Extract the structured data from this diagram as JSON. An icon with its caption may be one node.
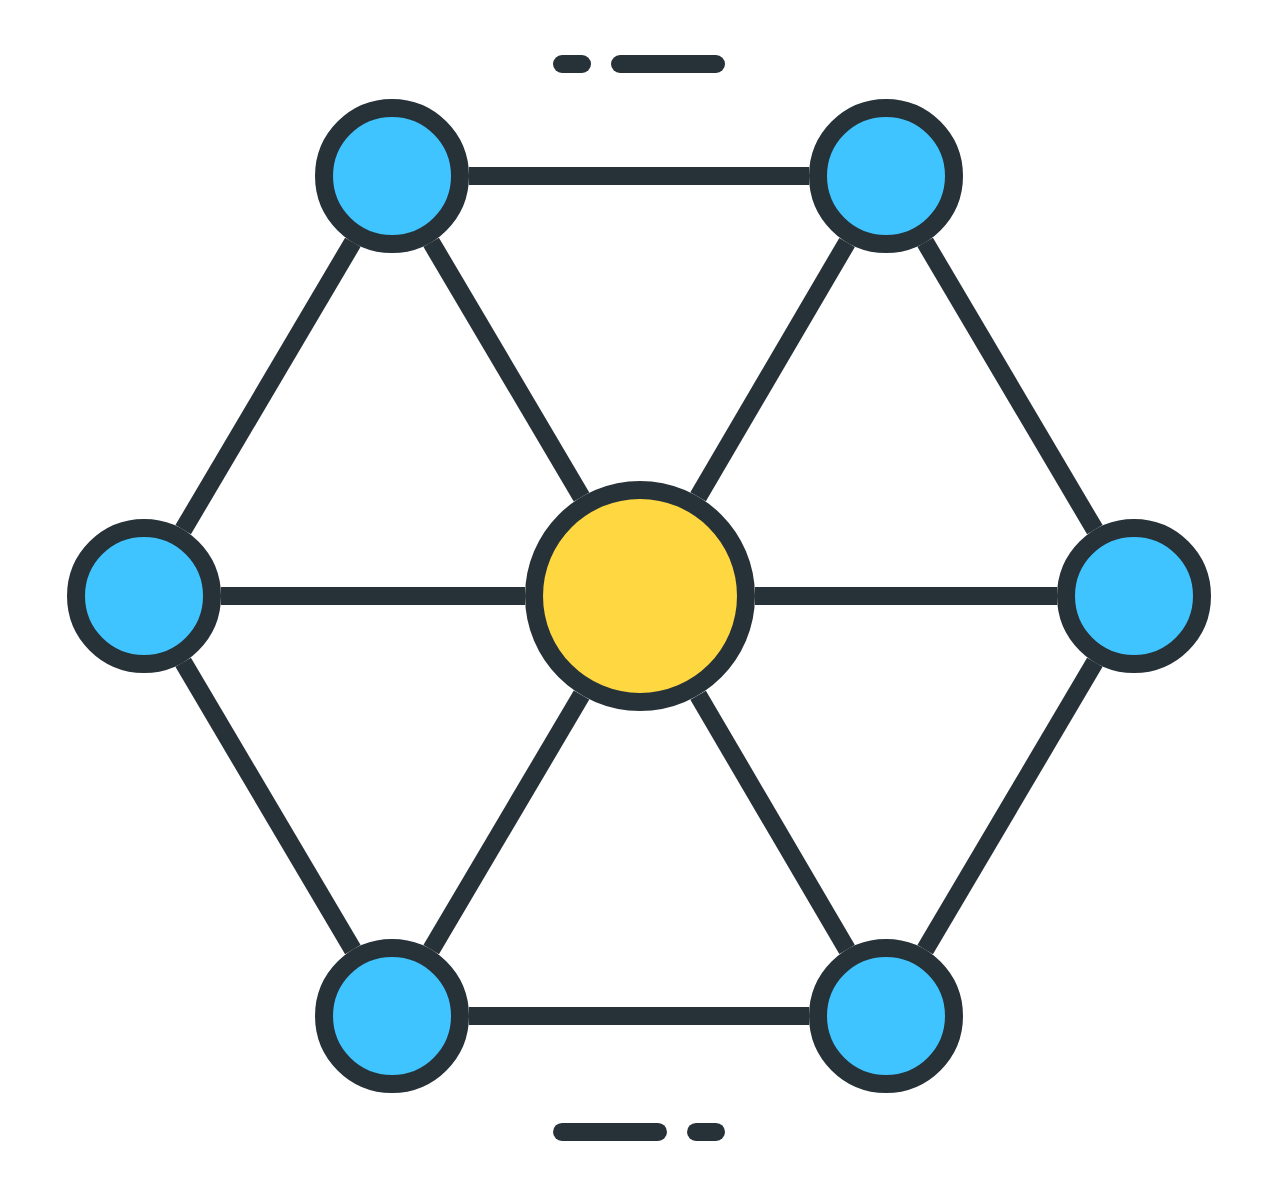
{
  "diagram": {
    "nodes": [
      {
        "text": [],
        "shape": "circle"
      },
      {
        "text": [],
        "shape": "circle"
      },
      {
        "text": [],
        "shape": "circle"
      },
      {
        "text": [],
        "shape": "circle"
      },
      {
        "text": [],
        "shape": "circle"
      },
      {
        "text": [],
        "shape": "circle"
      },
      {
        "text": [],
        "shape": "circle"
      }
    ],
    "edges": [
      {
        "from": 0,
        "to": 1,
        "arrow": "none"
      },
      {
        "from": 1,
        "to": 4,
        "arrow": "none"
      },
      {
        "from": 4,
        "to": 6,
        "arrow": "none"
      },
      {
        "from": 6,
        "to": 5,
        "arrow": "none"
      },
      {
        "from": 5,
        "to": 2,
        "arrow": "none"
      },
      {
        "from": 2,
        "to": 0,
        "arrow": "none"
      },
      {
        "from": 3,
        "to": 0,
        "arrow": "none"
      },
      {
        "from": 3,
        "to": 1,
        "arrow": "none"
      },
      {
        "from": 3,
        "to": 2,
        "arrow": "none"
      },
      {
        "from": 3,
        "to": 4,
        "arrow": "none"
      },
      {
        "from": 3,
        "to": 5,
        "arrow": "none"
      },
      {
        "from": 3,
        "to": 6,
        "arrow": "none"
      }
    ]
  }
}
